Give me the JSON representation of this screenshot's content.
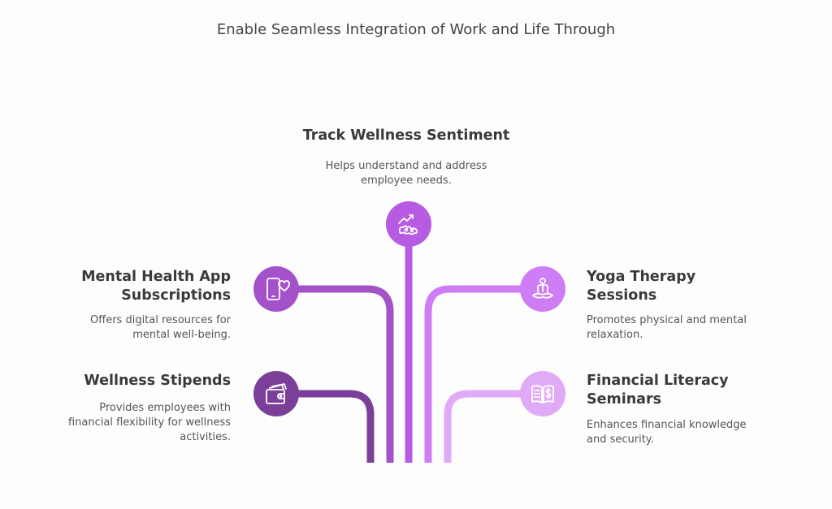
{
  "title": "Enable Seamless Integration of Work and Life Through",
  "colors": {
    "wellness_stipends": "#7b3f99",
    "mental_health": "#a452c9",
    "track_wellness": "#b65be2",
    "yoga": "#cf7df5",
    "financial_literacy": "#e0aaf7"
  },
  "items": {
    "track": {
      "heading": "Track Wellness Sentiment",
      "desc_line1": "Helps understand and address",
      "desc_line2": "employee needs.",
      "icon": "trend-chart-icon"
    },
    "mental": {
      "heading_line1": "Mental Health App",
      "heading_line2": "Subscriptions",
      "desc_line1": "Offers digital resources for",
      "desc_line2": "mental well-being.",
      "icon": "phone-heart-icon"
    },
    "stipends": {
      "heading": "Wellness Stipends",
      "desc_line1": "Provides employees with",
      "desc_line2": "financial flexibility for wellness",
      "desc_line3": "activities.",
      "icon": "wallet-money-icon"
    },
    "yoga": {
      "heading_line1": "Yoga Therapy",
      "heading_line2": "Sessions",
      "desc_line1": "Promotes physical and mental",
      "desc_line2": "relaxation.",
      "icon": "meditation-icon"
    },
    "financial": {
      "heading_line1": "Financial Literacy",
      "heading_line2": "Seminars",
      "desc_line1": "Enhances financial knowledge",
      "desc_line2": "and security.",
      "icon": "dollar-book-icon"
    }
  }
}
